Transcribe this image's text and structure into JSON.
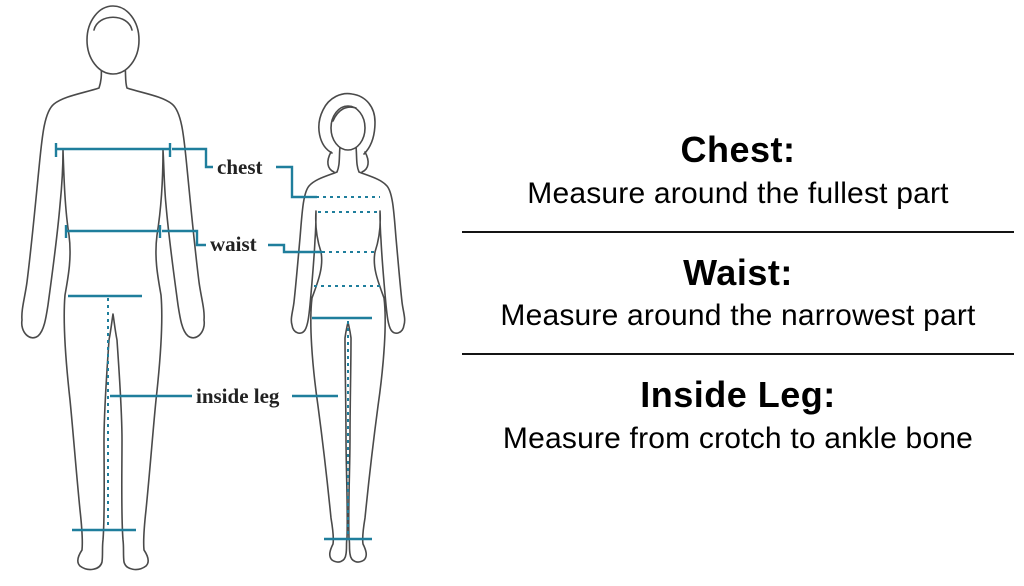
{
  "diagram": {
    "labels": {
      "chest": "chest",
      "waist": "waist",
      "inside_leg": "inside leg"
    },
    "figures": {
      "male": "male-body-outline",
      "female": "female-body-outline"
    },
    "colors": {
      "measurement_line": "#1f7e9c",
      "figure_outline": "#4a4a4a",
      "label_text": "#222222"
    }
  },
  "instructions": {
    "sections": [
      {
        "heading": "Chest:",
        "body": "Measure around the fullest part"
      },
      {
        "heading": "Waist:",
        "body": "Measure around the narrowest part"
      },
      {
        "heading": "Inside Leg:",
        "body": "Measure from crotch to ankle bone"
      }
    ],
    "text_color": "#000000",
    "divider_color": "#141414"
  }
}
